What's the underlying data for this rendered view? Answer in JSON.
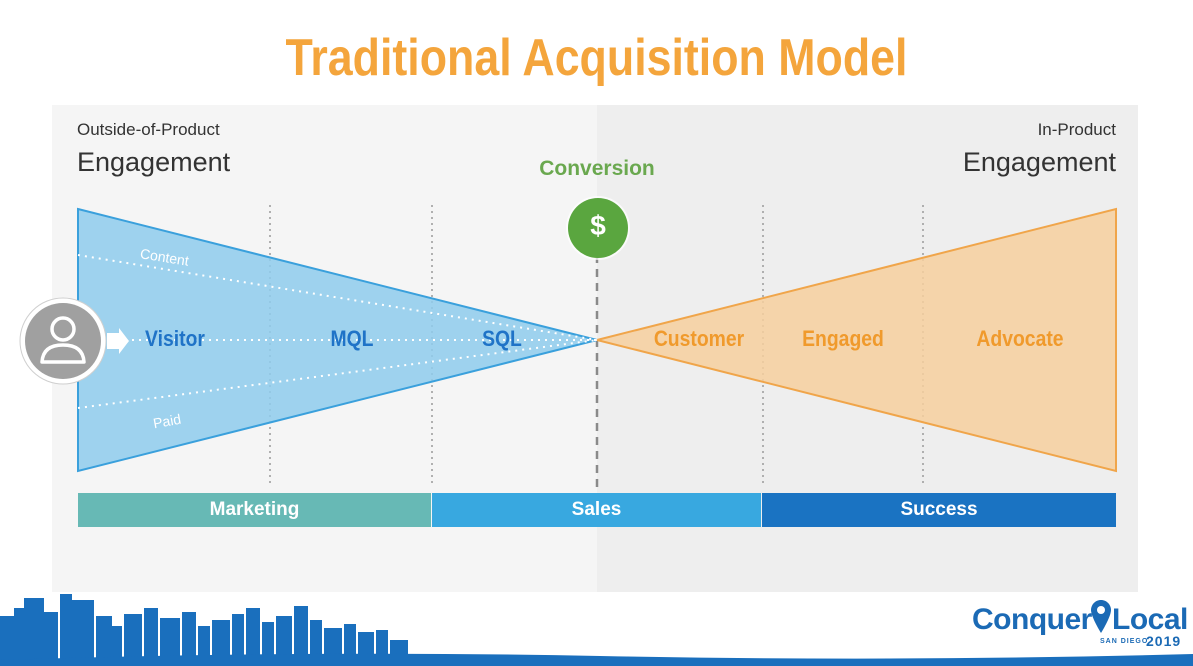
{
  "title": "Traditional Acquisition Model",
  "left_header": {
    "small": "Outside-of-Product",
    "big": "Engagement"
  },
  "right_header": {
    "small": "In-Product",
    "big": "Engagement"
  },
  "conversion": {
    "label": "Conversion",
    "symbol": "$"
  },
  "funnel_in": {
    "color": "#8ecbec",
    "stages": [
      "Visitor",
      "MQL",
      "SQL"
    ],
    "flow_labels": {
      "top": "Content",
      "bottom": "Paid"
    }
  },
  "funnel_out": {
    "color": "#f6cf9d",
    "stages": [
      "Customer",
      "Engaged",
      "Advocate"
    ]
  },
  "bands": [
    {
      "label": "Marketing",
      "color": "#67b9b5"
    },
    {
      "label": "Sales",
      "color": "#38a8e0"
    },
    {
      "label": "Success",
      "color": "#1a73c2"
    }
  ],
  "logo": {
    "name_left": "Conquer",
    "name_right": "Local",
    "city": "SAN DIEGO",
    "year": "2019"
  },
  "colors": {
    "title": "#f4a53c",
    "conversion_green": "#5aa63f",
    "skyline": "#1a6fbd"
  }
}
